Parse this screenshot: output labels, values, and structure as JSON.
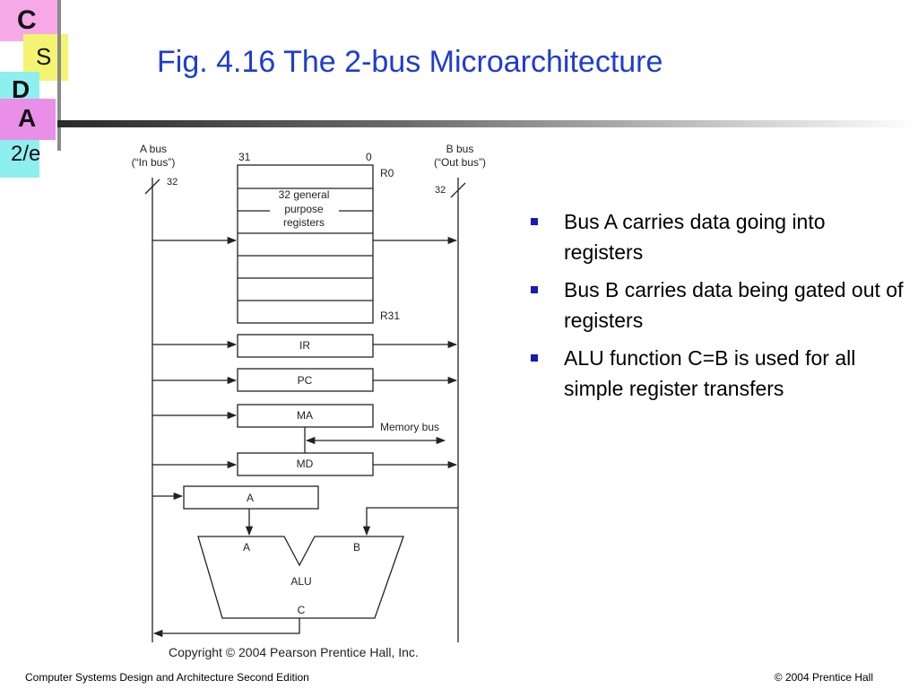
{
  "logo": {
    "c": "C",
    "s": "S",
    "d": "D",
    "a": "A",
    "edition": "2/e"
  },
  "title": "Fig. 4.16  The 2-bus Microarchitecture",
  "diagram": {
    "a_bus_label": "A bus",
    "a_bus_sub": "(“In bus”)",
    "b_bus_label": "B bus",
    "b_bus_sub": "(“Out bus”)",
    "a_bus_width": "32",
    "b_bus_width": "32",
    "bit_high": "31",
    "bit_low": "0",
    "r0": "R0",
    "r31": "R31",
    "gpr_line1": "32 general",
    "gpr_line2": "purpose",
    "gpr_line3": "registers",
    "ir": "IR",
    "pc": "PC",
    "ma": "MA",
    "memory_bus": "Memory bus",
    "md": "MD",
    "a_reg": "A",
    "alu_in_a": "A",
    "alu_in_b": "B",
    "alu": "ALU",
    "alu_out_c": "C",
    "copyright": "Copyright © 2004 Pearson Prentice Hall, Inc."
  },
  "bullets": [
    "Bus A carries data going into registers",
    "Bus B carries data being gated out of registers",
    "ALU function C=B is used for all simple register transfers"
  ],
  "footer": {
    "left": "Computer Systems Design and Architecture Second Edition",
    "right": "© 2004 Prentice Hall"
  },
  "colors": {
    "title": "#1f3dcc",
    "bullet": "#1a1ab4",
    "logo_pink": "#f7a8e6",
    "logo_yellow": "#f4f472",
    "logo_cyan": "#8ef0ee",
    "logo_magenta": "#e98fe8"
  }
}
